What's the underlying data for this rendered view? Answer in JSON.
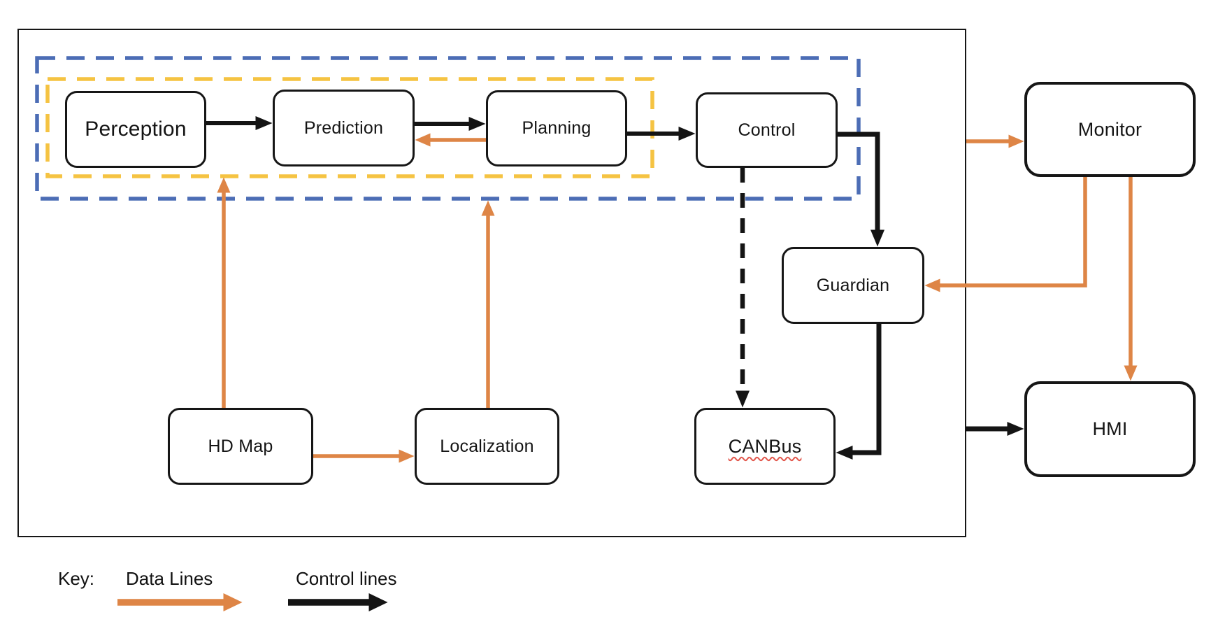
{
  "nodes": {
    "perception": "Perception",
    "prediction": "Prediction",
    "planning": "Planning",
    "control": "Control",
    "guardian": "Guardian",
    "canbus": "CANBus",
    "hd_map": "HD Map",
    "localization": "Localization",
    "monitor": "Monitor",
    "hmi": "HMI"
  },
  "legend": {
    "key": "Key:",
    "data": "Data Lines",
    "control": "Control lines"
  },
  "colors": {
    "data_line": "#DE8546",
    "control_line": "#141414",
    "group_outer_border": "#4C6DB5",
    "group_inner_border": "#F5C342",
    "node_border": "#161616",
    "node_fill": "#ffffff",
    "canbus_underline": "#E2574C"
  },
  "groups": [
    {
      "name": "system-boundary",
      "border": "solid"
    },
    {
      "name": "blue-dashed-group",
      "border": "dashed",
      "color": "#4C6DB5",
      "contains": [
        "perception",
        "prediction",
        "planning",
        "control"
      ]
    },
    {
      "name": "yellow-dashed-group",
      "border": "dashed",
      "color": "#F5C342",
      "contains": [
        "perception",
        "prediction",
        "planning"
      ]
    }
  ],
  "edges": [
    {
      "from": "perception",
      "to": "prediction",
      "type": "control",
      "style": "solid"
    },
    {
      "from": "prediction",
      "to": "planning",
      "type": "control",
      "style": "solid"
    },
    {
      "from": "planning",
      "to": "control",
      "type": "control",
      "style": "solid"
    },
    {
      "from": "control",
      "to": "guardian",
      "type": "control",
      "style": "solid"
    },
    {
      "from": "guardian",
      "to": "canbus",
      "type": "control",
      "style": "solid"
    },
    {
      "from": "control",
      "to": "canbus",
      "type": "control",
      "style": "dashed"
    },
    {
      "from": "system-boundary",
      "to": "hmi",
      "type": "control",
      "style": "solid"
    },
    {
      "from": "hd_map",
      "to": "yellow-dashed-group",
      "type": "data",
      "style": "solid"
    },
    {
      "from": "planning",
      "to": "prediction",
      "type": "data",
      "style": "solid"
    },
    {
      "from": "hd_map",
      "to": "localization",
      "type": "data",
      "style": "solid"
    },
    {
      "from": "localization",
      "to": "blue-dashed-group",
      "type": "data",
      "style": "solid"
    },
    {
      "from": "system-boundary",
      "to": "monitor",
      "type": "data",
      "style": "solid"
    },
    {
      "from": "monitor",
      "to": "guardian",
      "type": "data",
      "style": "solid"
    },
    {
      "from": "monitor",
      "to": "hmi",
      "type": "data",
      "style": "solid"
    }
  ]
}
